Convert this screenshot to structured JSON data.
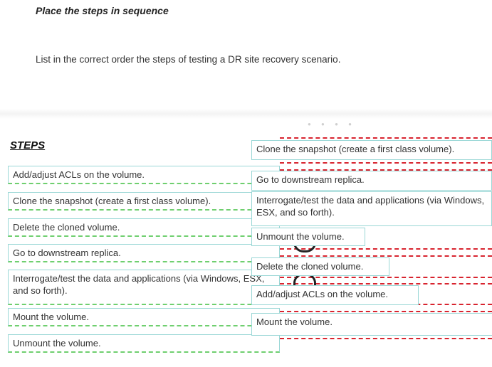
{
  "title": "Place the steps in sequence",
  "instruction": "List in the correct order the steps of testing a DR site recovery scenario.",
  "steps_heading": "STEPS",
  "steps": [
    "Add/adjust ACLs on the volume.",
    "Clone the snapshot (create a first class volume).",
    "Delete the cloned volume.",
    "Go to downstream replica.",
    "Interrogate/test the data and applications (via Windows, ESX, and so forth).",
    "Mount the volume.",
    "Unmount the volume."
  ],
  "answer": [
    "Clone the snapshot (create a first class volume).",
    "Go to downstream replica.",
    "Interrogate/test the data and applications (via Windows, ESX, and so forth).",
    "Unmount the volume.",
    "Delete the cloned volume.",
    "Add/adjust ACLs on the volume.",
    "Mount the volume."
  ],
  "colors": {
    "source_border": "#9ad7d6",
    "source_dash": "#6fcf6f",
    "target_dash": "#d8242f"
  }
}
